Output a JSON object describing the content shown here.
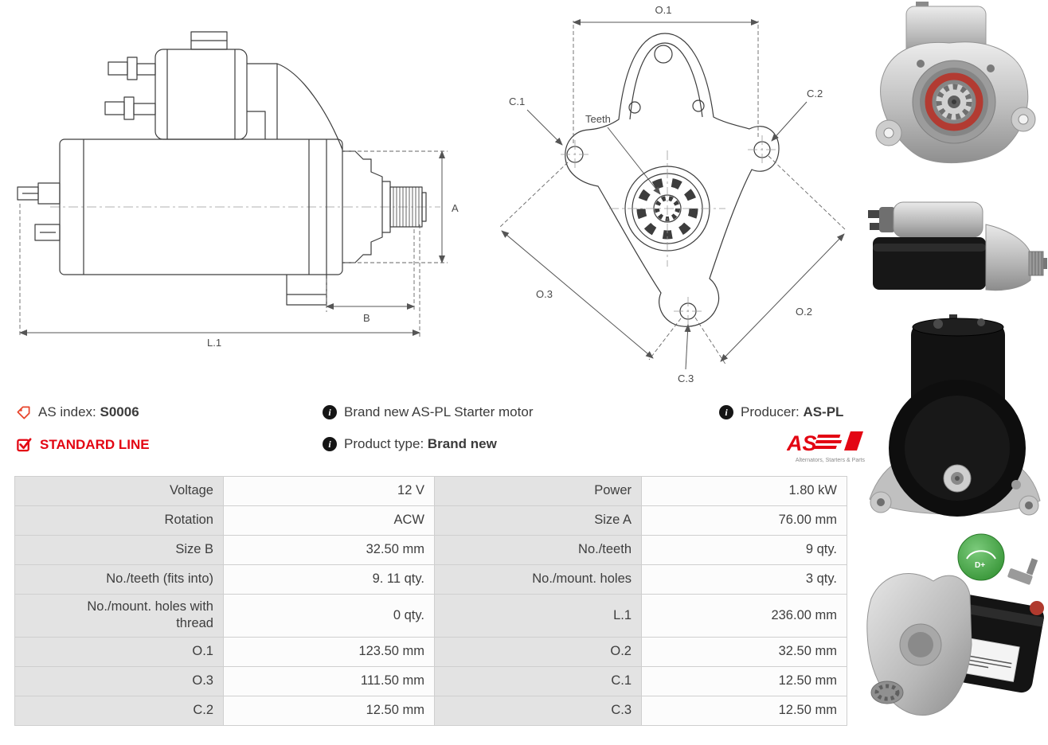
{
  "product": {
    "as_index_label": "AS index:",
    "as_index_value": "S0006",
    "line_badge": "STANDARD LINE",
    "description": "Brand new AS-PL Starter motor",
    "product_type_label": "Product type:",
    "product_type_value": "Brand new",
    "producer_label": "Producer:",
    "producer_value": "AS-PL"
  },
  "logo": {
    "text": "AS",
    "tagline": "Alternators, Starters & Parts"
  },
  "icons": {
    "info_glyph": "i"
  },
  "diagrams": {
    "side_view": {
      "dim_a": "A",
      "dim_b": "B",
      "dim_l1": "L.1"
    },
    "front_view": {
      "dim_o1": "O.1",
      "dim_o2": "O.2",
      "dim_o3": "O.3",
      "dim_c1": "C.1",
      "dim_c2": "C.2",
      "dim_c3": "C.3",
      "teeth_label": "Teeth"
    }
  },
  "spec_table": {
    "rows": [
      {
        "label_left": "Voltage",
        "value_left": "12 V",
        "label_right": "Power",
        "value_right": "1.80 kW"
      },
      {
        "label_left": "Rotation",
        "value_left": "ACW",
        "label_right": "Size A",
        "value_right": "76.00 mm"
      },
      {
        "label_left": "Size B",
        "value_left": "32.50 mm",
        "label_right": "No./teeth",
        "value_right": "9 qty."
      },
      {
        "label_left": "No./teeth (fits into)",
        "value_left": "9. 11 qty.",
        "label_right": "No./mount. holes",
        "value_right": "3 qty."
      },
      {
        "label_left": "No./mount. holes with thread",
        "value_left": "0 qty.",
        "label_right": "L.1",
        "value_right": "236.00 mm"
      },
      {
        "label_left": "O.1",
        "value_left": "123.50 mm",
        "label_right": "O.2",
        "value_right": "32.50 mm"
      },
      {
        "label_left": "O.3",
        "value_left": "111.50 mm",
        "label_right": "C.1",
        "value_right": "12.50 mm"
      },
      {
        "label_left": "C.2",
        "value_left": "12.50 mm",
        "label_right": "C.3",
        "value_right": "12.50 mm"
      }
    ]
  },
  "colors": {
    "accent_red": "#e30613",
    "tag_icon_red": "#e8452c",
    "table_label_bg": "#e3e3e3",
    "table_value_bg": "#fcfcfc",
    "table_border": "#cfcfcf",
    "text": "#3d3d3d"
  }
}
